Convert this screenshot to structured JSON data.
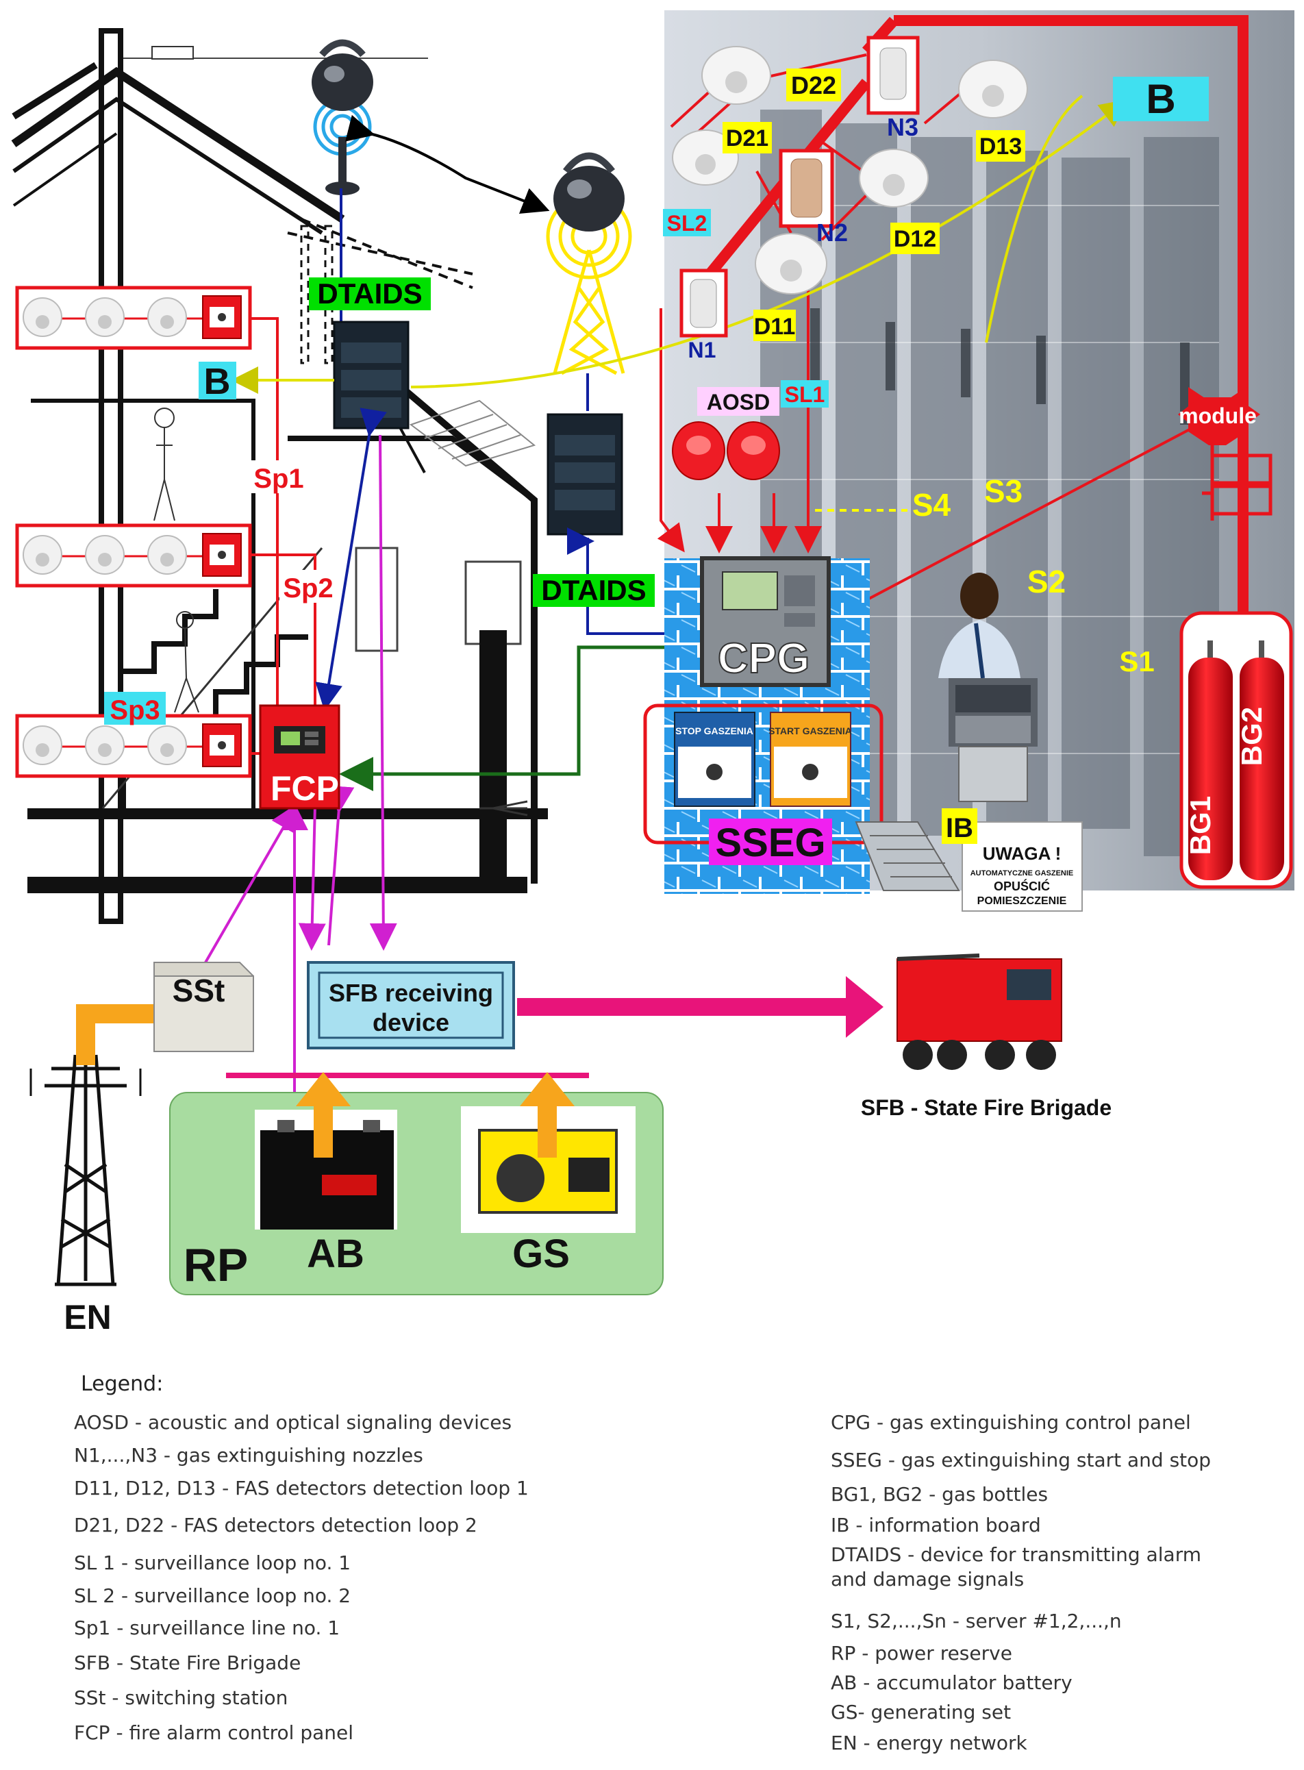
{
  "labels": {
    "dtaids_left": "DTAIDS",
    "dtaids_right": "DTAIDS",
    "b_left": "B",
    "b_right": "B",
    "sp1": "Sp1",
    "sp2": "Sp2",
    "sp3": "Sp3",
    "fcp": "FCP",
    "sst": "SSt",
    "sfb_device_line1": "SFB receiving",
    "sfb_device_line2": "device",
    "rp": "RP",
    "ab": "AB",
    "gs": "GS",
    "en": "EN",
    "sfb_caption": "SFB - State Fire Brigade",
    "cpg": "CPG",
    "sseg": "SSEG",
    "aosd": "AOSD",
    "sl1": "SL1",
    "sl2": "SL2",
    "module": "module",
    "n1": "N1",
    "n2": "N2",
    "n3": "N3",
    "d11": "D11",
    "d12": "D12",
    "d13": "D13",
    "d21": "D21",
    "d22": "D22",
    "s1": "S1",
    "s2": "S2",
    "s3": "S3",
    "s4": "S4",
    "ib": "IB",
    "bg1": "BG1",
    "bg2": "BG2",
    "stop_btn": "STOP GASZENIA",
    "start_btn": "START GASZENIA",
    "warning_title": "UWAGA !",
    "warning_line1": "AUTOMATYCZNE GASZENIE",
    "warning_line2": "OPUŚCIĆ",
    "warning_line3": "POMIESZCZENIE"
  },
  "legend": {
    "title": "Legend:",
    "left": [
      "AOSD - acoustic and optical signaling devices",
      "N1,...,N3 - gas extinguishing nozzles",
      "D11, D12, D13 - FAS detectors detection loop 1",
      "D21, D22 - FAS detectors detection loop 2",
      "SL 1 - surveillance loop no. 1",
      "SL 2 - surveillance loop no. 2",
      "Sp1 - surveillance line no. 1",
      "SFB - State Fire Brigade",
      "SSt - switching station",
      "FCP - fire alarm control panel"
    ],
    "right": [
      "CPG - gas extinguishing control panel",
      "SSEG - gas extinguishing start and stop",
      "BG1, BG2 - gas bottles",
      "IB - information board",
      "DTAIDS - device for transmitting alarm and damage signals",
      "S1, S2,...,Sn - server #1,2,...,n",
      "RP - power reserve",
      "AB - accumulator battery",
      "GS- generating set",
      "EN - energy network"
    ]
  },
  "colors": {
    "red": "#e8141c",
    "yellow_label": "#ffff00",
    "green_label": "#00e000",
    "cyan_label": "#40e0f0",
    "magenta": "#d020d0",
    "pink_arrow": "#e8147a",
    "dark_green": "#1a6e1a",
    "navy": "#1020a0",
    "orange": "#f7a51c",
    "rp_green": "#a8dca0"
  }
}
